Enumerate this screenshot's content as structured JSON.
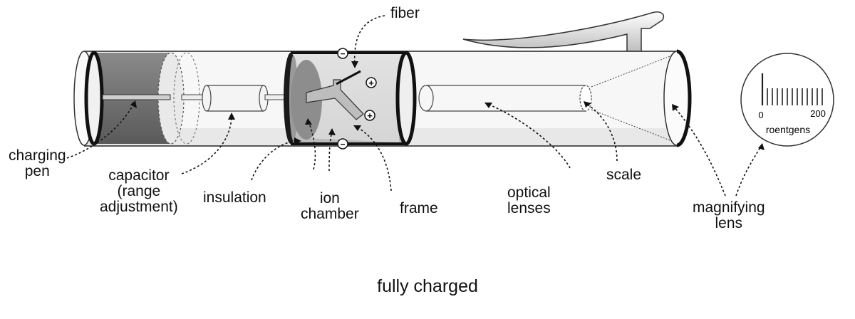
{
  "labels": {
    "fiber": "fiber",
    "charging_pen": "charging\npen",
    "capacitor": "capacitor\n(range\nadjustment)",
    "insulation": "insulation",
    "ion_chamber": "ion\nchamber",
    "frame": "frame",
    "optical_lenses": "optical\nlenses",
    "scale": "scale",
    "magnifying_lens": "magnifying\nlens"
  },
  "scale_inset": {
    "min": "0",
    "max": "200",
    "unit": "roentgens"
  },
  "caption": "fully charged",
  "symbols": {
    "plus": "+",
    "minus": "−"
  }
}
